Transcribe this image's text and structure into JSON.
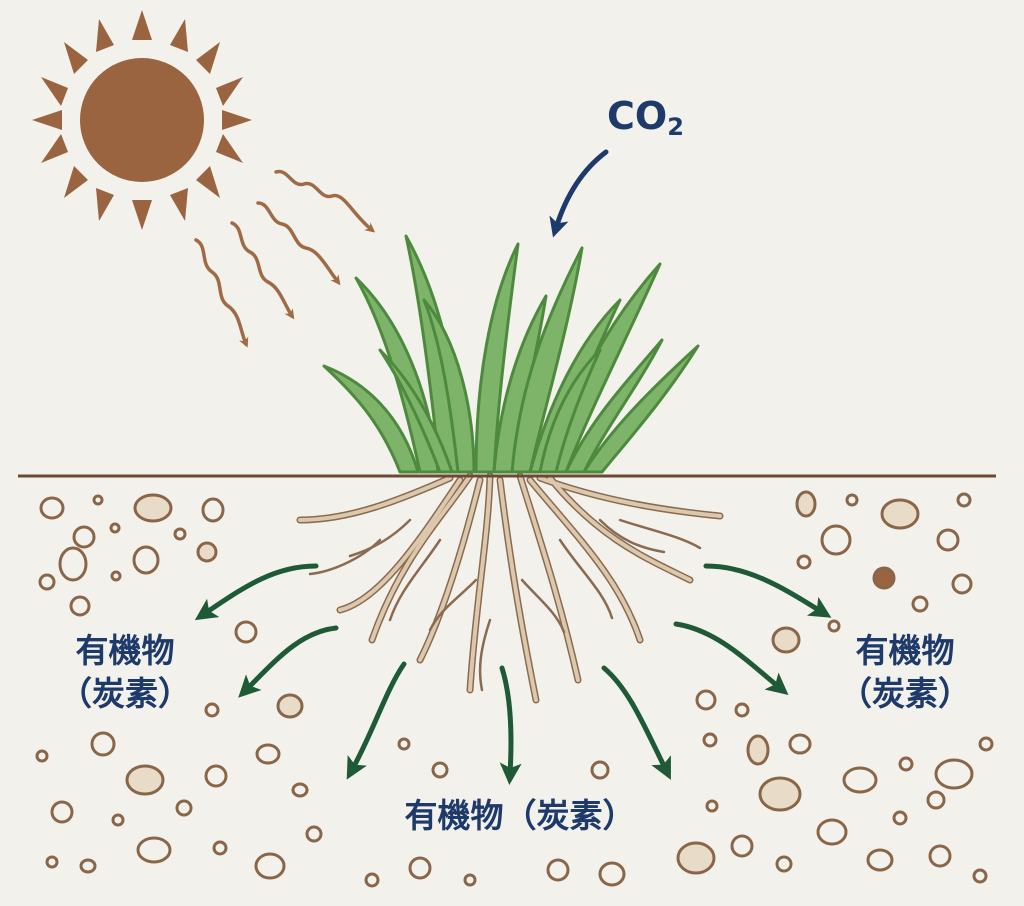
{
  "labels": {
    "co2_main": "CO",
    "co2_sub": "2",
    "organic_left_line1": "有機物",
    "organic_left_line2": "（炭素）",
    "organic_right_line1": "有機物",
    "organic_right_line2": "（炭素）",
    "organic_bottom": "有機物（炭素）"
  },
  "colors": {
    "background": "#f3f1ec",
    "sun": "#9a6440",
    "sunlight_arrow": "#a06a45",
    "co2_arrow": "#1d3a6b",
    "label_text": "#1d3a6b",
    "grass_light": "#7db46a",
    "grass_dark": "#4d8a3e",
    "roots": "#dcc9ad",
    "roots_outline": "#8a6a50",
    "ground_line": "#6b4a35",
    "carbon_arrow": "#1f5a36",
    "pebble_outline": "#8a6648",
    "pebble_fill": "#e8dcc8"
  },
  "icons": [
    "sun-icon",
    "sunlight-ray-arrow",
    "co2-arrow",
    "grass-plant",
    "root-system",
    "carbon-flow-arrow",
    "soil-pebble"
  ]
}
